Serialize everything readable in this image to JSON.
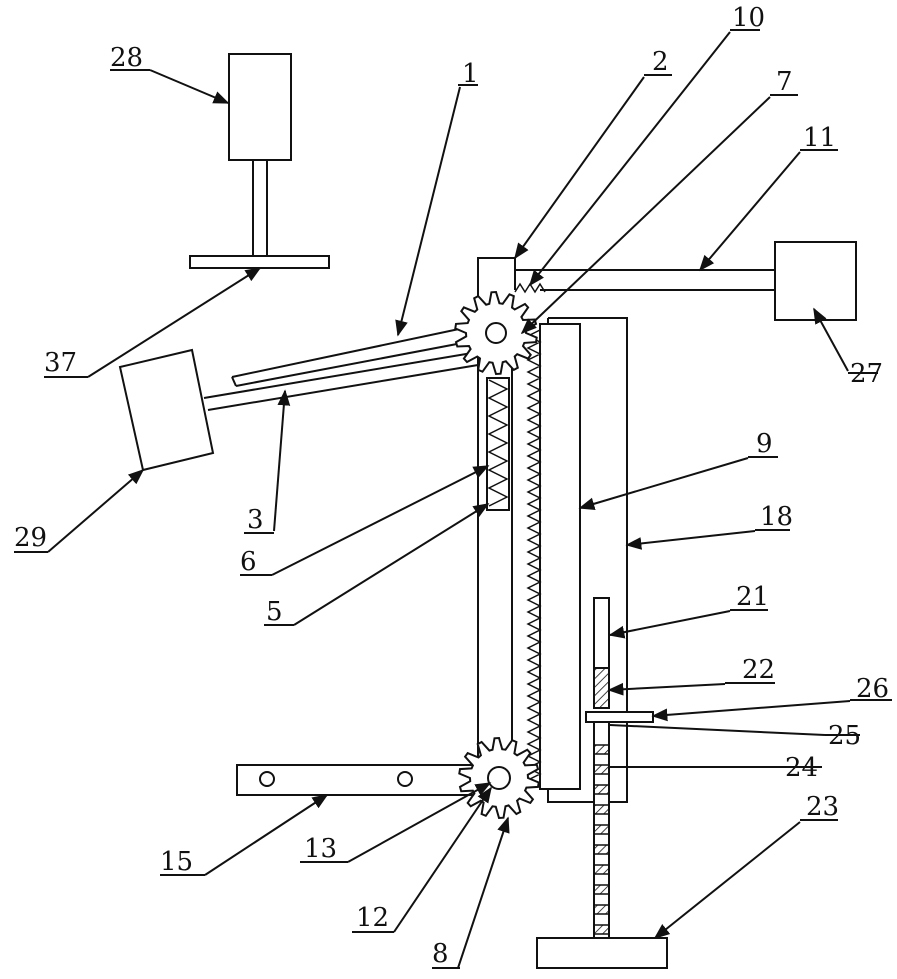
{
  "labels": {
    "l1": "1",
    "l2": "2",
    "l3": "3",
    "l5": "5",
    "l6": "6",
    "l7": "7",
    "l8": "8",
    "l9": "9",
    "l10": "10",
    "l11": "11",
    "l12": "12",
    "l13": "13",
    "l15": "15",
    "l18": "18",
    "l21": "21",
    "l22": "22",
    "l23": "23",
    "l24": "24",
    "l25": "25",
    "l26": "26",
    "l27": "27",
    "l28": "28",
    "l29": "29",
    "l37": "37"
  },
  "colors": {
    "stroke": "#111111",
    "background": "#ffffff"
  }
}
